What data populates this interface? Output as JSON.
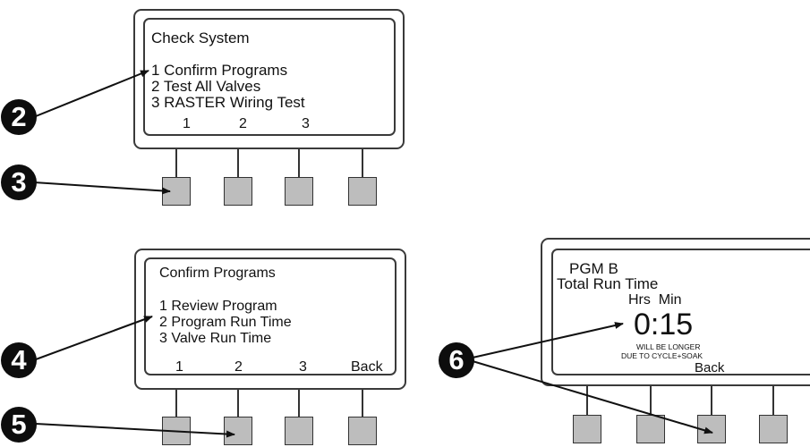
{
  "panel1": {
    "title": "Check System",
    "menu": [
      "1  Confirm Programs",
      "2  Test All Valves",
      "3  RASTER Wiring Test"
    ],
    "soft_keys": [
      "1",
      "2",
      "3"
    ]
  },
  "panel2": {
    "title": "Confirm Programs",
    "menu": [
      "1  Review Program",
      "2  Program Run Time",
      "3  Valve Run Time"
    ],
    "soft_keys": [
      "1",
      "2",
      "3",
      "Back"
    ]
  },
  "panel3": {
    "program": "PGM B",
    "label": "Total Run Time",
    "units": "Hrs  Min",
    "time": "0:15",
    "note_line1": "WILL BE LONGER",
    "note_line2": "DUE TO CYCLE+SOAK",
    "back": "Back"
  },
  "callouts": [
    "2",
    "3",
    "4",
    "5",
    "6"
  ]
}
